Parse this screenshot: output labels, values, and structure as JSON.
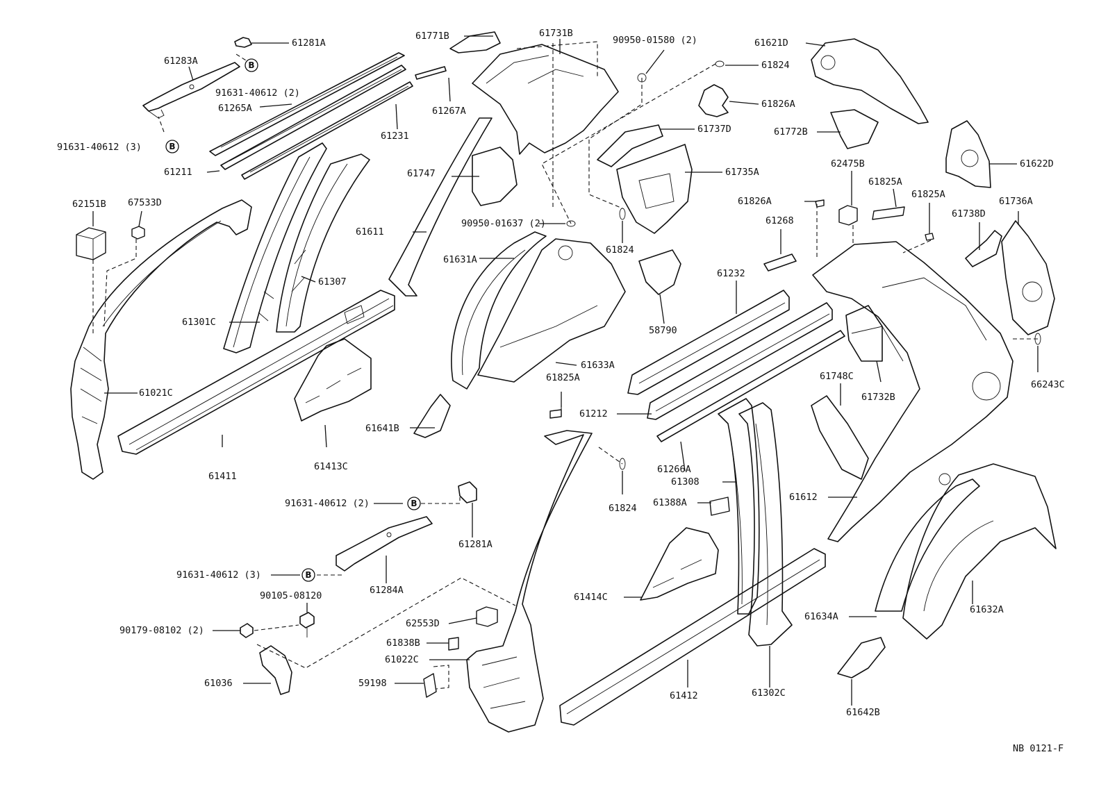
{
  "diagram": {
    "ref_code": "NB 0121-F",
    "callout_letter": "B",
    "labels": [
      {
        "id": "l01",
        "text": "61281A"
      },
      {
        "id": "l02",
        "text": "61283A"
      },
      {
        "id": "l03",
        "text": "91631-40612 (2)"
      },
      {
        "id": "l04",
        "text": "61265A"
      },
      {
        "id": "l05",
        "text": "61231"
      },
      {
        "id": "l06",
        "text": "91631-40612 (3)"
      },
      {
        "id": "l07",
        "text": "61211"
      },
      {
        "id": "l08",
        "text": "62151B"
      },
      {
        "id": "l09",
        "text": "67533D"
      },
      {
        "id": "l10",
        "text": "61307"
      },
      {
        "id": "l11",
        "text": "61301C"
      },
      {
        "id": "l12",
        "text": "61021C"
      },
      {
        "id": "l13",
        "text": "61411"
      },
      {
        "id": "l14",
        "text": "61413C"
      },
      {
        "id": "l15",
        "text": "61771B"
      },
      {
        "id": "l16",
        "text": "61731B"
      },
      {
        "id": "l17",
        "text": "61267A"
      },
      {
        "id": "l18",
        "text": "61747"
      },
      {
        "id": "l19",
        "text": "61611"
      },
      {
        "id": "l20",
        "text": "90950-01637 (2)"
      },
      {
        "id": "l21",
        "text": "61631A"
      },
      {
        "id": "l22",
        "text": "61633A"
      },
      {
        "id": "l23",
        "text": "61825A"
      },
      {
        "id": "l24",
        "text": "61641B"
      },
      {
        "id": "l25",
        "text": "90950-01580 (2)"
      },
      {
        "id": "l26",
        "text": "61824"
      },
      {
        "id": "l27",
        "text": "61826A"
      },
      {
        "id": "l28",
        "text": "61737D"
      },
      {
        "id": "l29",
        "text": "61735A"
      },
      {
        "id": "l30",
        "text": "61824"
      },
      {
        "id": "l31",
        "text": "58790"
      },
      {
        "id": "l32",
        "text": "61621D"
      },
      {
        "id": "l33",
        "text": "61772B"
      },
      {
        "id": "l34",
        "text": "61622D"
      },
      {
        "id": "l35",
        "text": "62475B"
      },
      {
        "id": "l36",
        "text": "61825A"
      },
      {
        "id": "l37",
        "text": "61825A"
      },
      {
        "id": "l38",
        "text": "61826A"
      },
      {
        "id": "l39",
        "text": "61268"
      },
      {
        "id": "l40",
        "text": "61738D"
      },
      {
        "id": "l41",
        "text": "61736A"
      },
      {
        "id": "l42",
        "text": "61232"
      },
      {
        "id": "l43",
        "text": "61748C"
      },
      {
        "id": "l44",
        "text": "61732B"
      },
      {
        "id": "l45",
        "text": "66243C"
      },
      {
        "id": "l46",
        "text": "61212"
      },
      {
        "id": "l47",
        "text": "61266A"
      },
      {
        "id": "l48",
        "text": "61308"
      },
      {
        "id": "l49",
        "text": "61388A"
      },
      {
        "id": "l50",
        "text": "61824"
      },
      {
        "id": "l51",
        "text": "61612"
      },
      {
        "id": "l52",
        "text": "91631-40612 (2)"
      },
      {
        "id": "l53",
        "text": "61281A"
      },
      {
        "id": "l54",
        "text": "91631-40612 (3)"
      },
      {
        "id": "l55",
        "text": "61284A"
      },
      {
        "id": "l56",
        "text": "90105-08120"
      },
      {
        "id": "l57",
        "text": "90179-08102 (2)"
      },
      {
        "id": "l58",
        "text": "61036"
      },
      {
        "id": "l59",
        "text": "61414C"
      },
      {
        "id": "l60",
        "text": "62553D"
      },
      {
        "id": "l61",
        "text": "61838B"
      },
      {
        "id": "l62",
        "text": "61022C"
      },
      {
        "id": "l63",
        "text": "59198"
      },
      {
        "id": "l64",
        "text": "61412"
      },
      {
        "id": "l65",
        "text": "61302C"
      },
      {
        "id": "l66",
        "text": "61634A"
      },
      {
        "id": "l67",
        "text": "61632A"
      },
      {
        "id": "l68",
        "text": "61642B"
      }
    ]
  }
}
